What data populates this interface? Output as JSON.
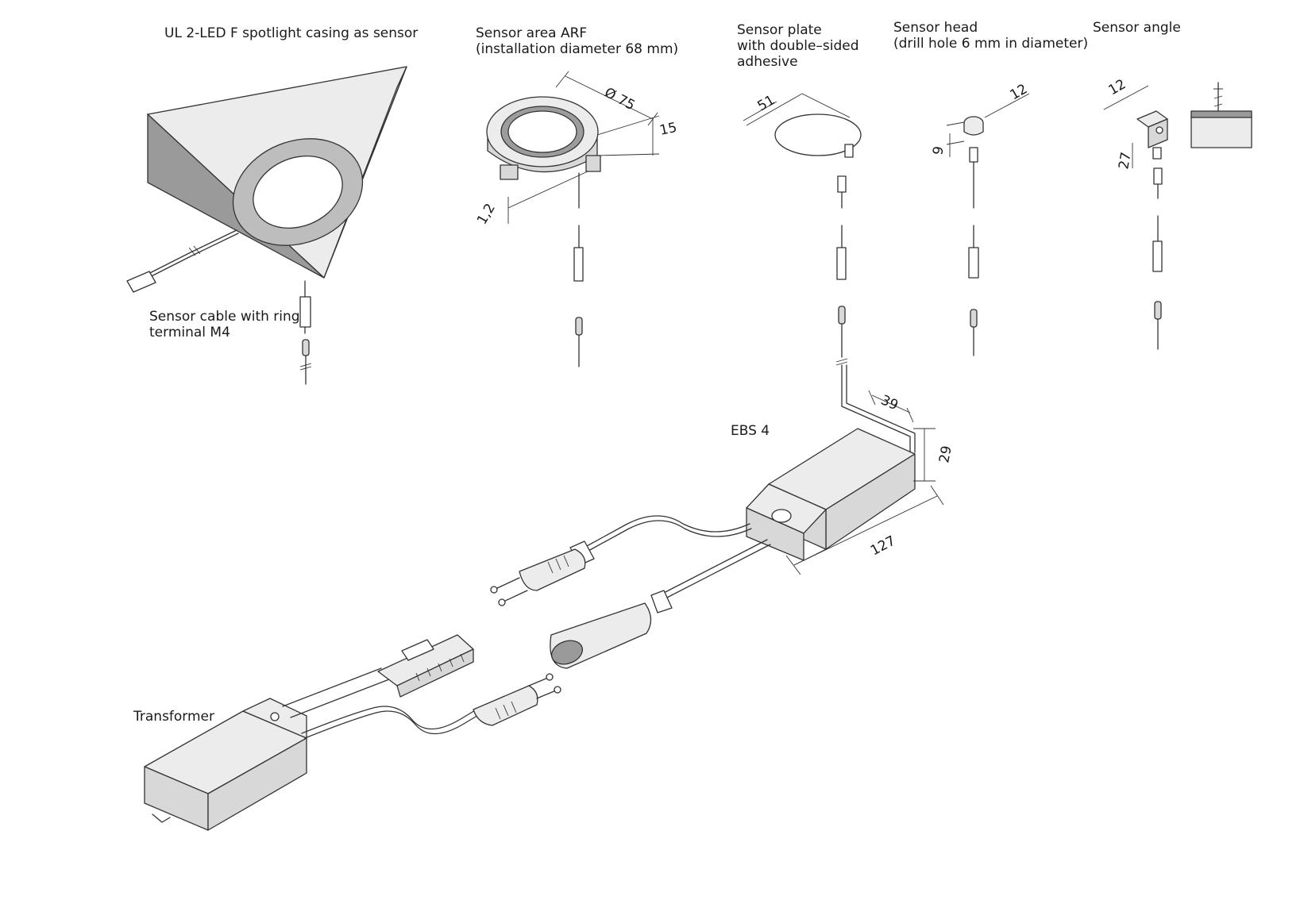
{
  "labels": {
    "spotlight": "UL 2-LED F spotlight casing as sensor",
    "sensor_cable_1": "Sensor cable with ring",
    "sensor_cable_2": "terminal M4",
    "sensor_area_1": "Sensor area ARF",
    "sensor_area_2": "(installation diameter 68 mm)",
    "sensor_plate_1": "Sensor plate",
    "sensor_plate_2": "with double–sided",
    "sensor_plate_3": "adhesive",
    "sensor_head_1": "Sensor head",
    "sensor_head_2": "(drill hole 6 mm in diameter)",
    "sensor_angle": "Sensor angle",
    "ebs": "EBS 4",
    "transformer": "Transformer"
  },
  "dimensions": {
    "arf_diameter": "Ø 75",
    "arf_height": "15",
    "arf_rim": "1,2",
    "plate_diameter": "51",
    "head_diameter": "12",
    "head_height": "9",
    "angle_width": "12",
    "angle_height": "27",
    "ebs_width": "39",
    "ebs_height": "29",
    "ebs_length": "127"
  }
}
